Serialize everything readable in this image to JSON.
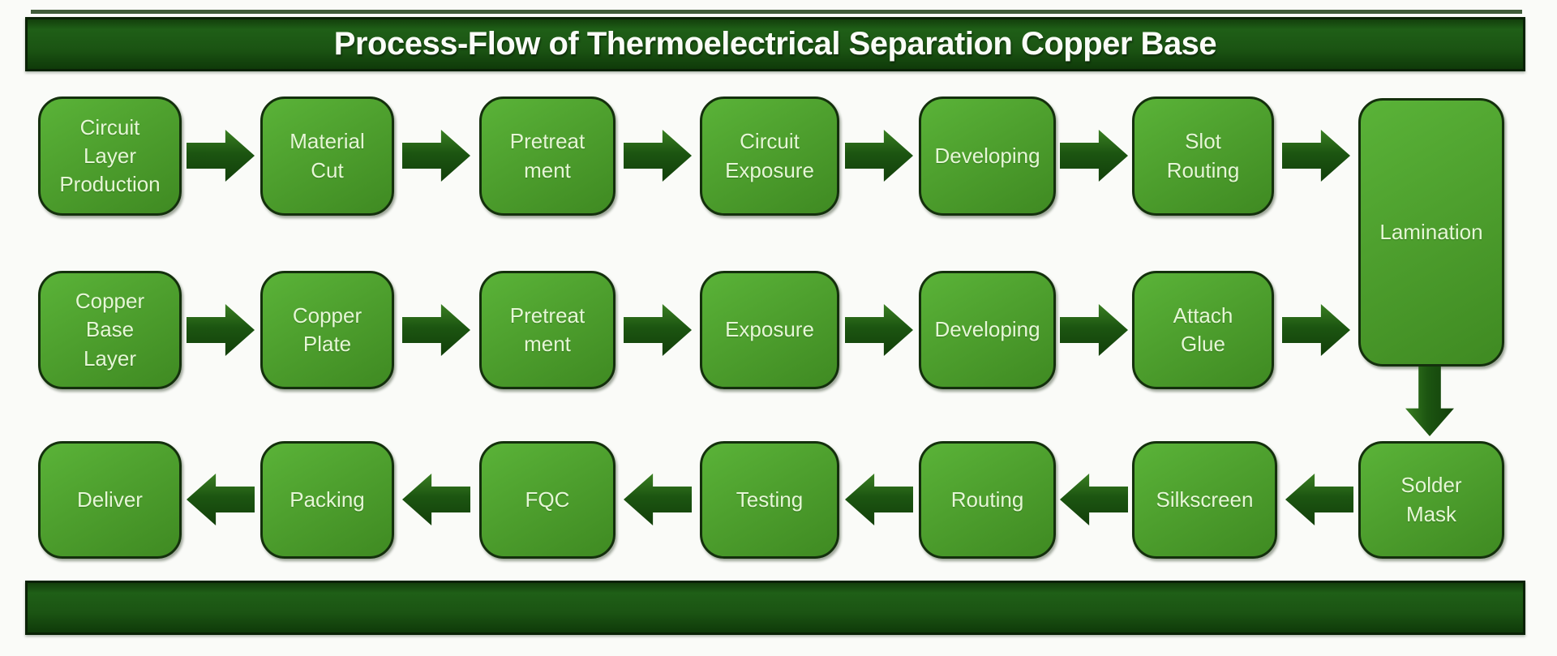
{
  "title": "Process-Flow of Thermoelectrical Separation Copper Base",
  "colors": {
    "background": "#fafbf8",
    "bar_fill": "#1b5413",
    "bar_border": "#0a2206",
    "title_text": "#fafcf7",
    "box_fill": "#4ea02e",
    "box_border": "#14300d",
    "box_text": "#e6f6d6",
    "arrow_fill": "#1c5511"
  },
  "flow": {
    "row1": {
      "direction": "right",
      "boxes": [
        "Circuit\nLayer\nProduction",
        "Material\nCut",
        "Pretreat\nment",
        "Circuit\nExposure",
        "Developing",
        "Slot\nRouting"
      ]
    },
    "row2": {
      "direction": "right",
      "boxes": [
        "Copper\nBase\nLayer",
        "Copper\nPlate",
        "Pretreat\nment",
        "Exposure",
        "Developing",
        "Attach\nGlue"
      ]
    },
    "merge": {
      "label": "Lamination"
    },
    "row3": {
      "direction": "left",
      "boxes": [
        "Deliver",
        "Packing",
        "FQC",
        "Testing",
        "Routing",
        "Silkscreen",
        "Solder\nMask"
      ]
    }
  }
}
